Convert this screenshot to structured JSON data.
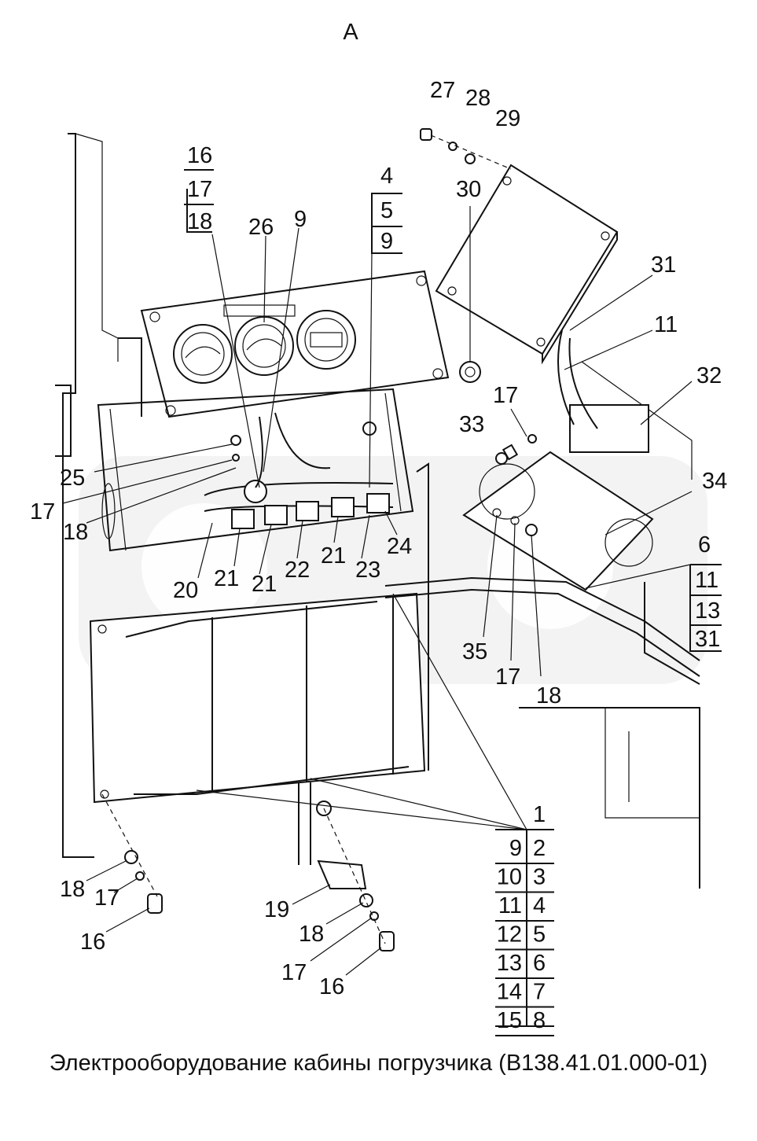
{
  "view_label": "А",
  "caption": "Электрооборудование кабины погрузчика (В138.41.01.000-01)",
  "callouts": {
    "c16a": "16",
    "c17a": "17",
    "c18a": "18",
    "c26": "26",
    "c9a": "9",
    "c4": "4",
    "c5": "5",
    "c9b": "9",
    "c27": "27",
    "c28": "28",
    "c29": "29",
    "c30": "30",
    "c31": "31",
    "c11a": "11",
    "c32": "32",
    "c17b": "17",
    "c33": "33",
    "c34": "34",
    "c25": "25",
    "c17c": "17",
    "c18b": "18",
    "c20": "20",
    "c21a": "21",
    "c21b": "21",
    "c22": "22",
    "c21c": "21",
    "c23": "23",
    "c24": "24",
    "c6": "6",
    "c11b": "11",
    "c13": "13",
    "c31b": "31",
    "c35": "35",
    "c17d": "17",
    "c18c": "18",
    "c18d": "18",
    "c17e": "17",
    "c16b": "16",
    "c19": "19",
    "c18e": "18",
    "c17f": "17",
    "c16c": "16"
  },
  "bottom_table": {
    "top": "1",
    "rows": [
      {
        "left": "9",
        "right": "2"
      },
      {
        "left": "10",
        "right": "3"
      },
      {
        "left": "11",
        "right": "4"
      },
      {
        "left": "12",
        "right": "5"
      },
      {
        "left": "13",
        "right": "6"
      },
      {
        "left": "14",
        "right": "7"
      },
      {
        "left": "15",
        "right": "8"
      }
    ]
  }
}
